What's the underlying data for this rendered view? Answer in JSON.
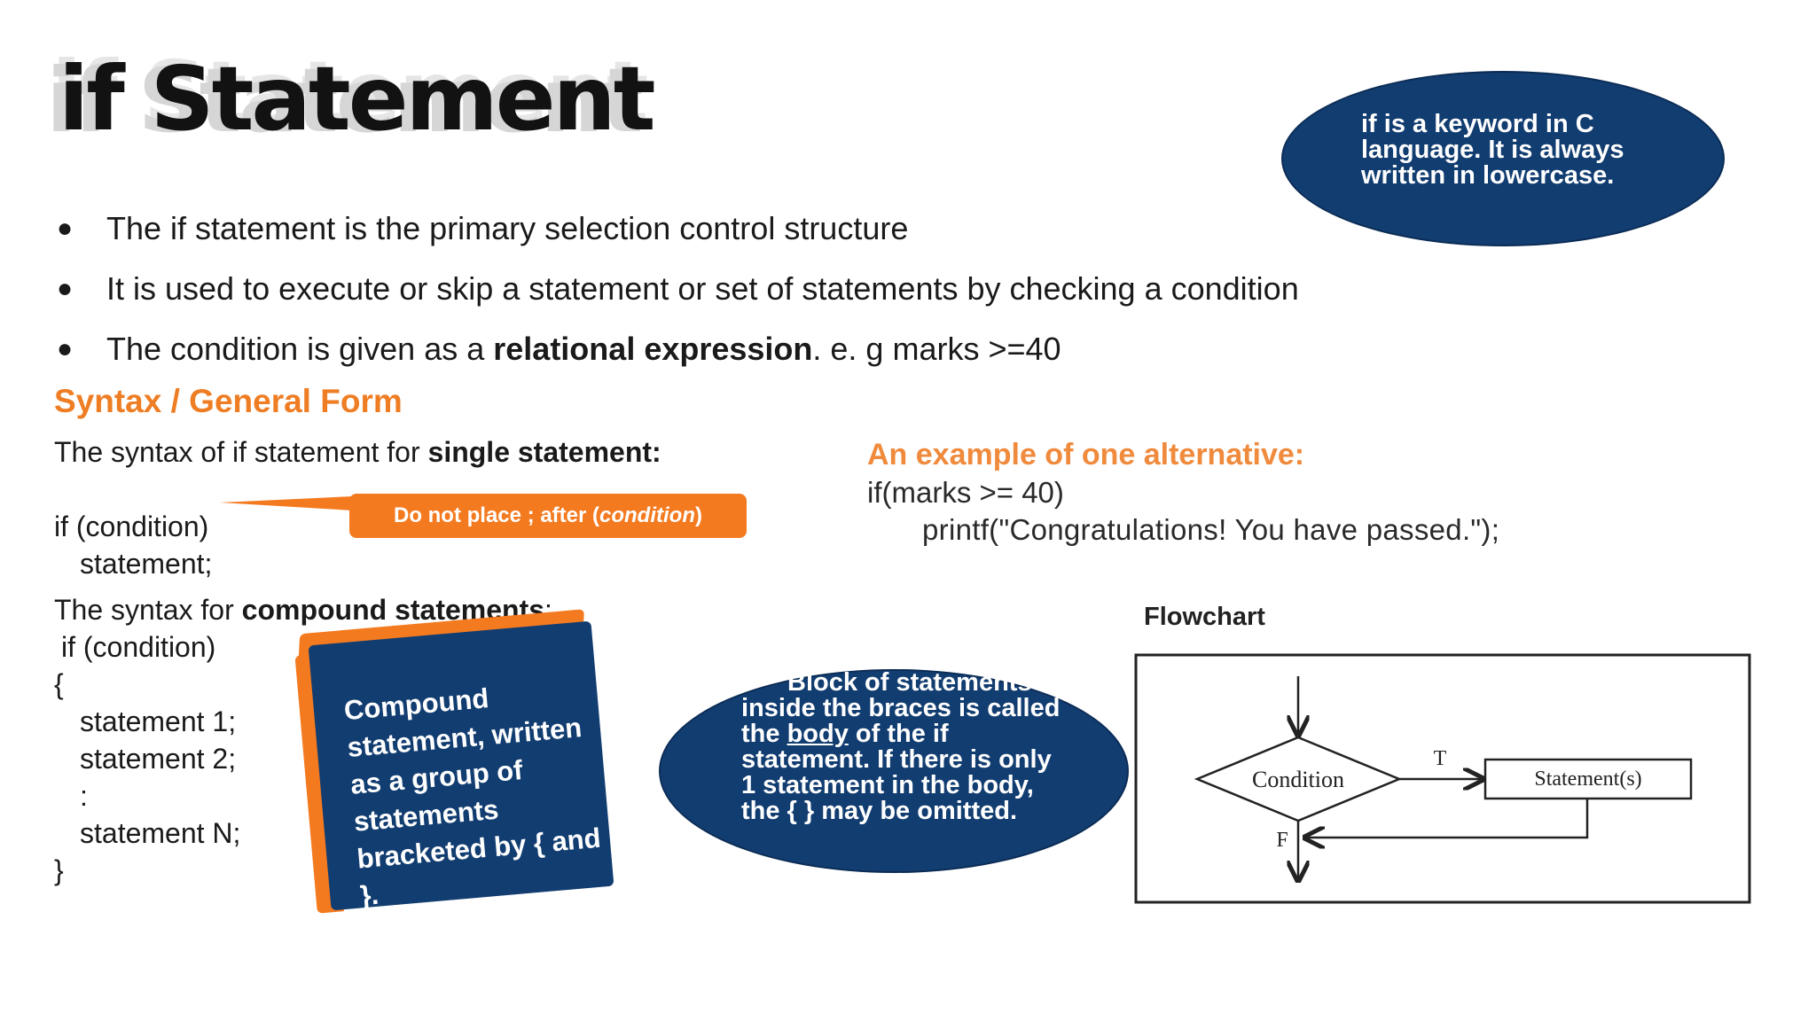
{
  "title": "if Statement",
  "keyword_note": "if is a keyword in C language. It is always written in lowercase.",
  "bullets": [
    {
      "text": "The if statement is the primary selection control structure"
    },
    {
      "text": "It is used to execute or skip a statement or set of statements by checking a condition"
    },
    {
      "pre": "The condition is given as a ",
      "bold": "relational expression",
      "post": ". e. g marks >=40"
    }
  ],
  "syntax": {
    "heading": "Syntax / General Form",
    "single_pre": "The syntax of if statement for ",
    "single_bold": "single statement:",
    "single_code": [
      "if (condition)",
      "statement;"
    ],
    "callout_pre": "Do not place ; after (",
    "callout_italic": "condition",
    "callout_post": ")",
    "compound_pre": "The syntax for ",
    "compound_bold": "compound statements",
    "compound_post": ":",
    "compound_code": [
      "if (condition)",
      "{",
      "statement 1;",
      "statement 2;",
      ":",
      "statement N;",
      "}"
    ]
  },
  "compound_note": "Compound statement, written as a group of statements bracketed by { and }.",
  "block_note": {
    "pre": "Block of statements inside the braces is called the ",
    "underline": "body",
    "post": " of the if statement. If there is only 1 statement in the body, the { } may be omitted."
  },
  "example": {
    "heading": "An example of one alternative:",
    "line1": "if(marks >= 40)",
    "line2": "printf(\"Congratulations! You have passed.\");"
  },
  "flowchart": {
    "label": "Flowchart",
    "condition": "Condition",
    "statement": "Statement(s)",
    "true_label": "T",
    "false_label": "F"
  },
  "colors": {
    "navy": "#123d71",
    "orange": "#f47a20"
  }
}
